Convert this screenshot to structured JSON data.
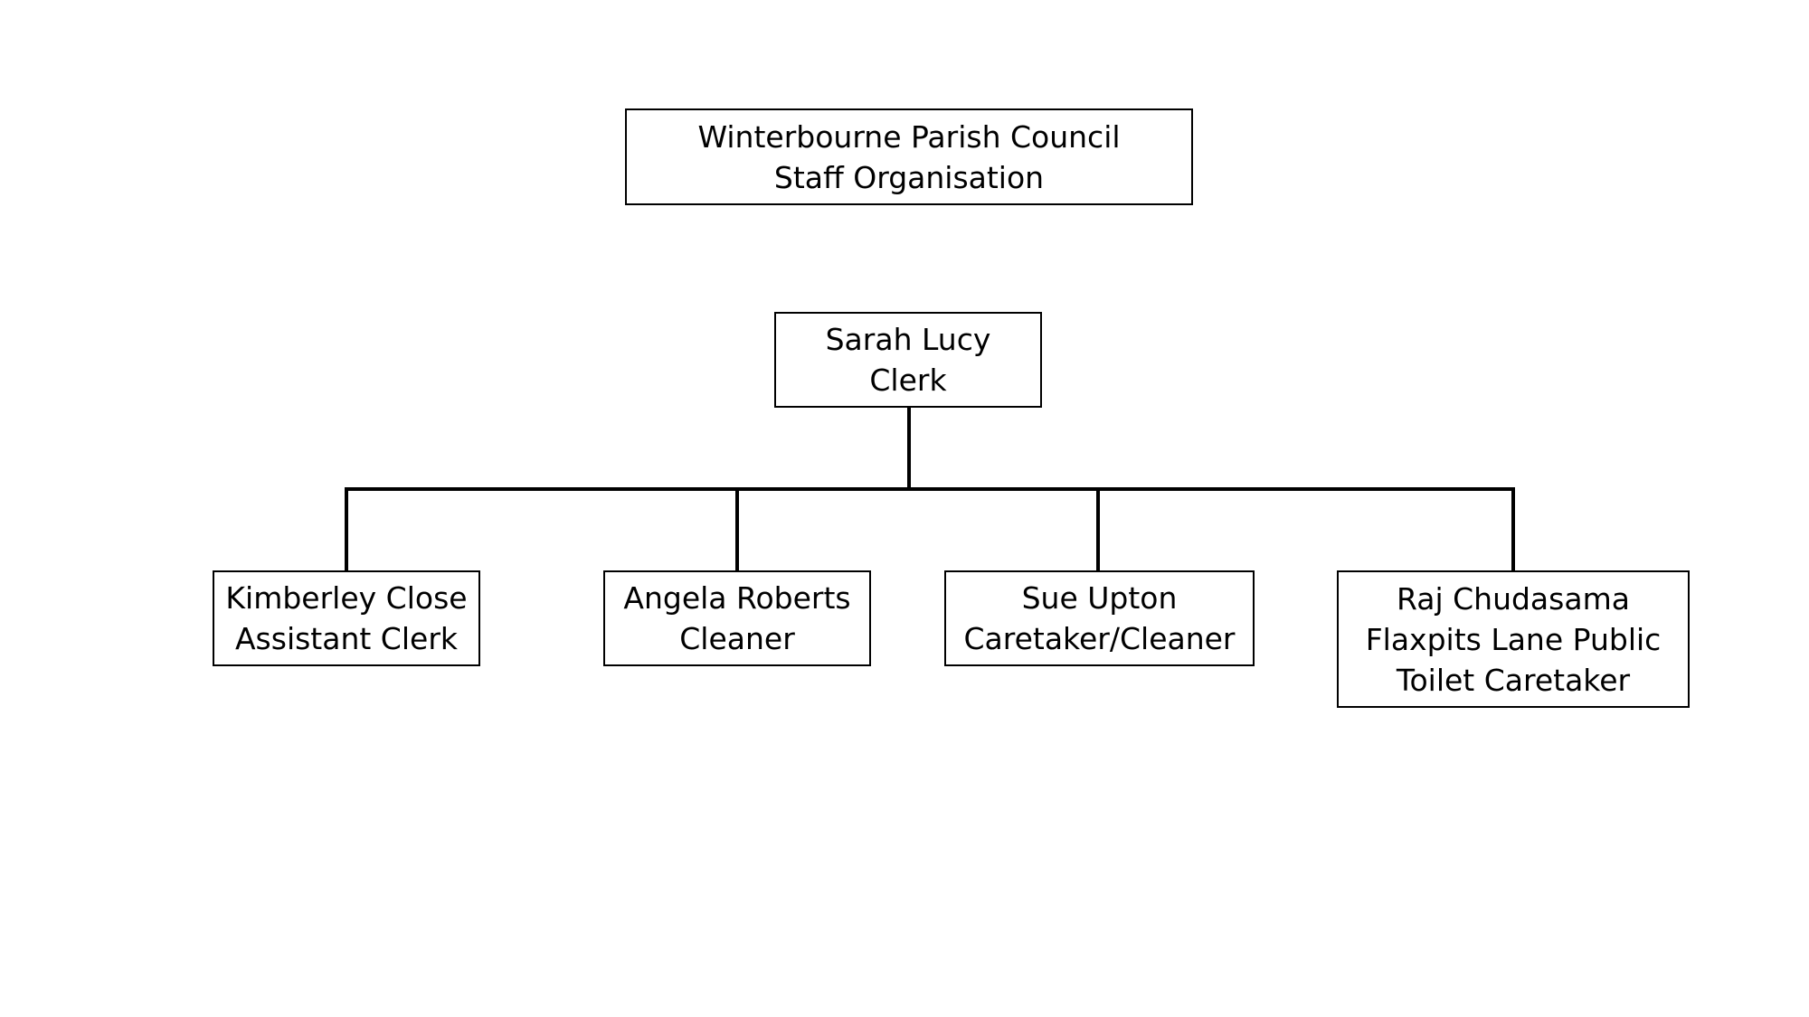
{
  "title": {
    "line1": "Winterbourne Parish Council",
    "line2": "Staff Organisation"
  },
  "root": {
    "name": "Sarah Lucy",
    "role": "Clerk"
  },
  "staff": [
    {
      "name": "Kimberley Close",
      "role": "Assistant Clerk"
    },
    {
      "name": "Angela Roberts",
      "role": "Cleaner"
    },
    {
      "name": "Sue Upton",
      "role": "Caretaker/Cleaner"
    },
    {
      "name": "Raj Chudasama",
      "role": "Flaxpits Lane Public",
      "role2": "Toilet Caretaker"
    }
  ]
}
